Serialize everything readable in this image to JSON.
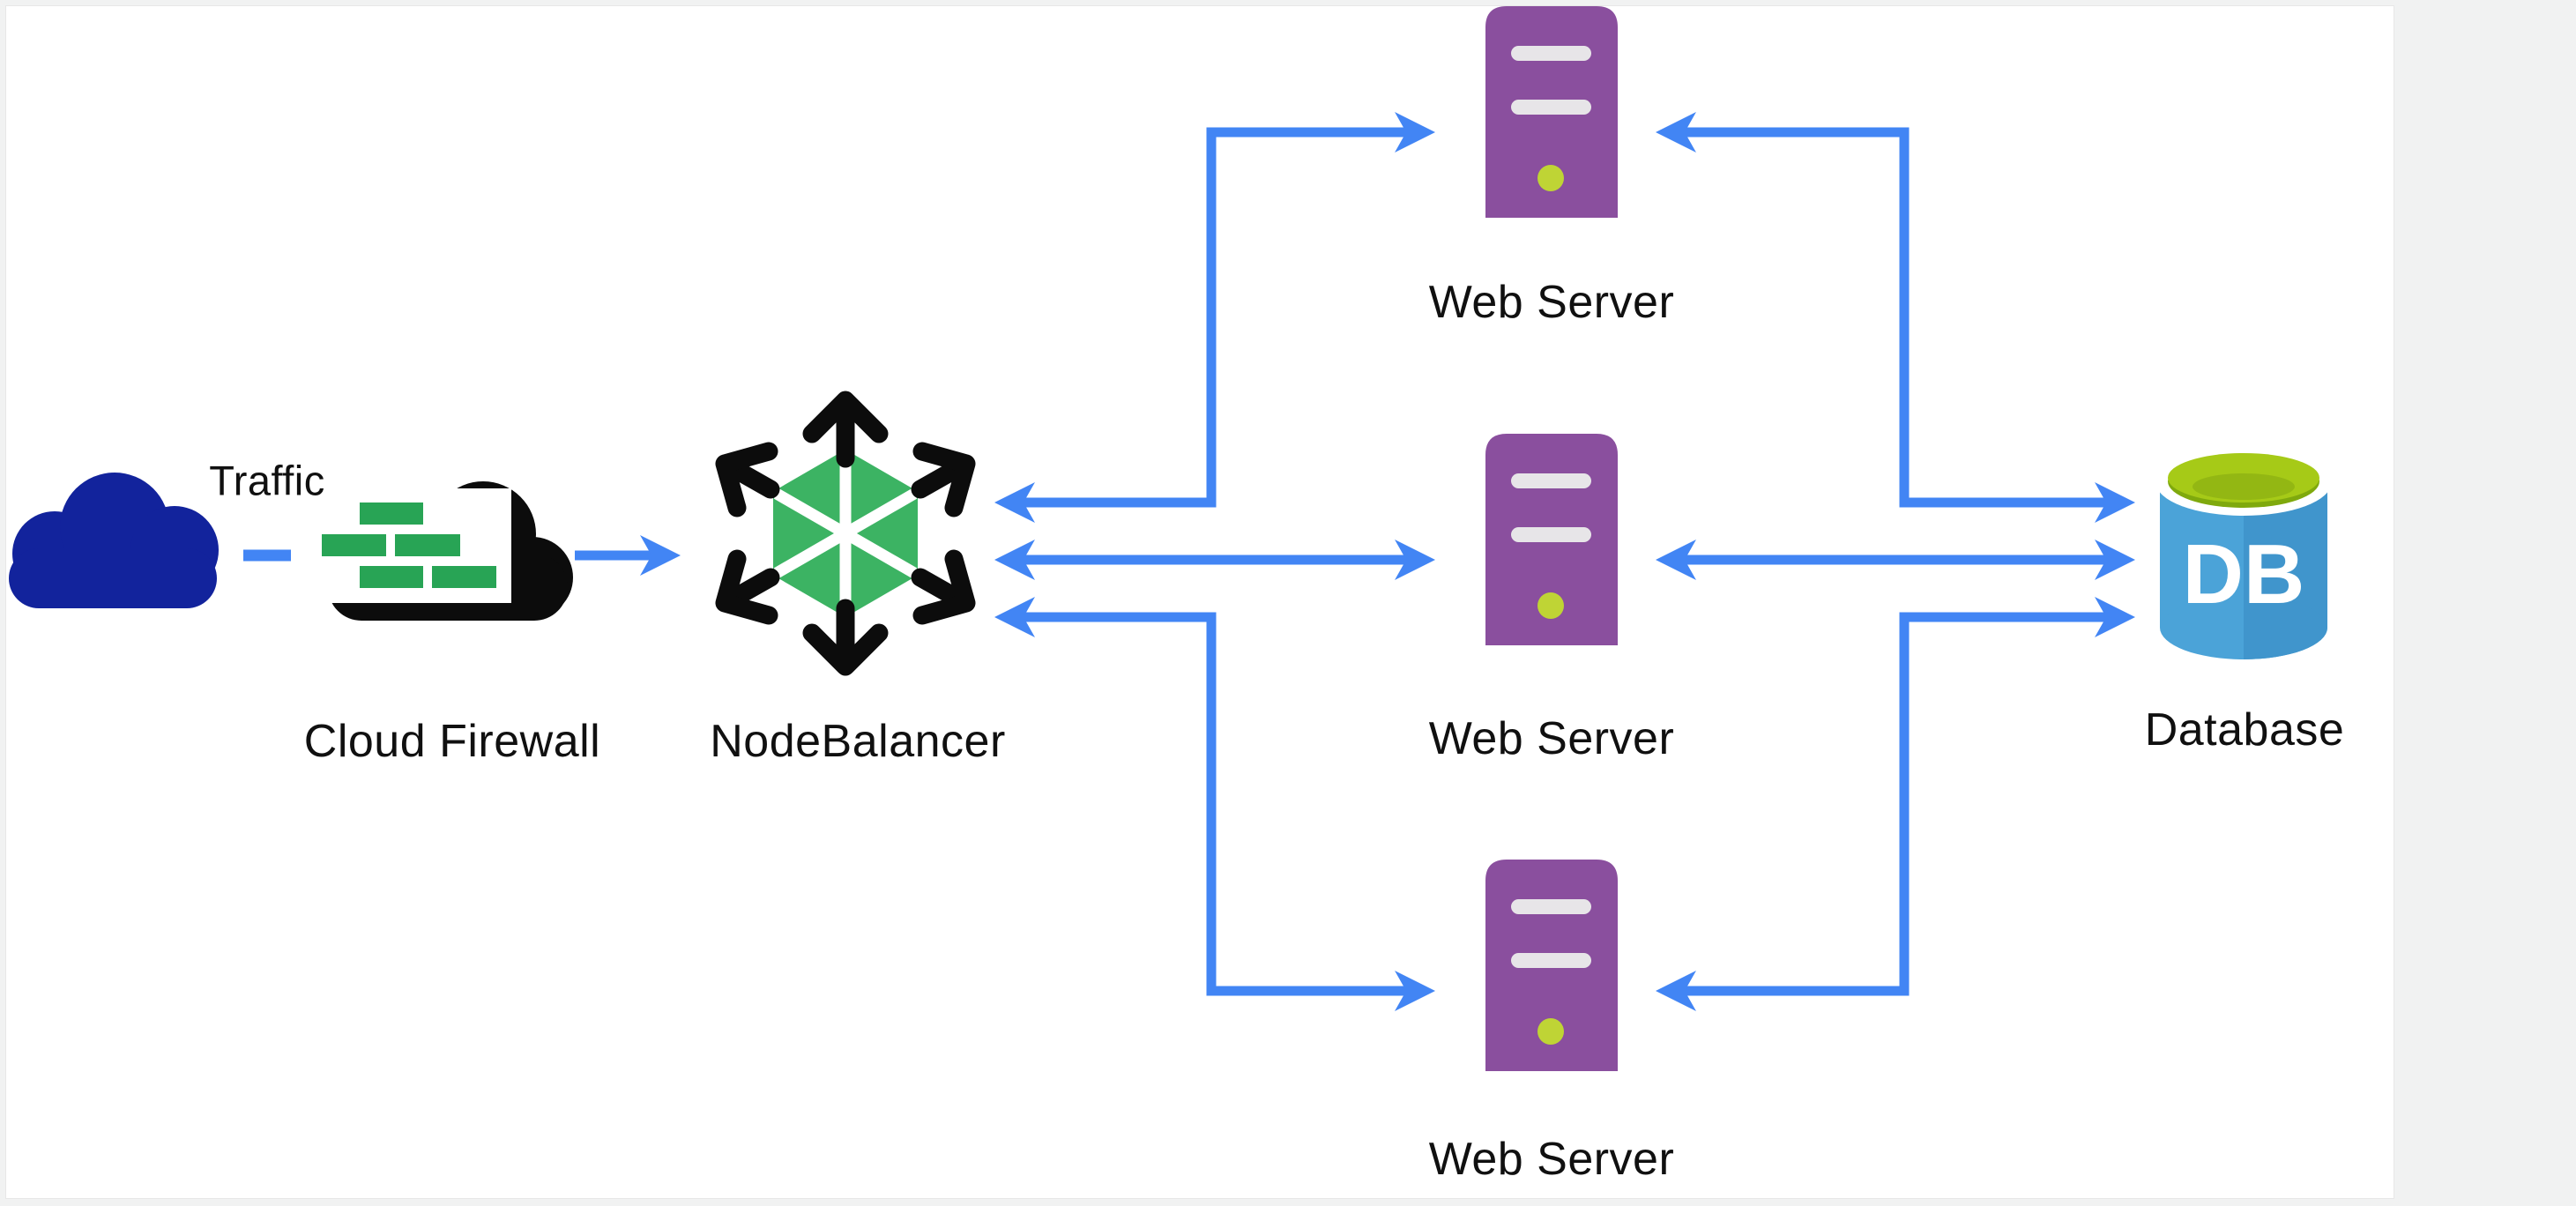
{
  "title": "Load balanced web application architecture diagram",
  "colors": {
    "page_gray": "#f1f2f2",
    "canvas_white": "#ffffff",
    "arrow_blue": "#4285f4",
    "traffic_navy": "#12239c",
    "firewall_black": "#0c0c0c",
    "brick_green": "#28a455",
    "hexagon_green": "#3cb363",
    "nodebalancer_black": "#0c0c0c",
    "server_purple": "#8a4f9e",
    "slot_gray": "#e7e5e8",
    "led_green": "#bfd435",
    "db_blue": "#4ba3d8",
    "db_blue_dark": "#4095cc",
    "db_lime": "#a6ca17",
    "db_lime_dark": "#7fa90d",
    "label_color": "#101010"
  },
  "diagram": {
    "nodes": [
      {
        "id": "traffic",
        "label": "Traffic",
        "icon": "cloud-icon"
      },
      {
        "id": "cloud-firewall",
        "label": "Cloud Firewall",
        "icon": "firewall-cloud-icon"
      },
      {
        "id": "nodebalancer",
        "label": "NodeBalancer",
        "icon": "nodebalancer-hexagon-icon"
      },
      {
        "id": "webserver-1",
        "label": "Web Server",
        "icon": "server-tower-icon"
      },
      {
        "id": "webserver-2",
        "label": "Web Server",
        "icon": "server-tower-icon"
      },
      {
        "id": "webserver-3",
        "label": "Web Server",
        "icon": "server-tower-icon"
      },
      {
        "id": "database",
        "label": "Database",
        "icon": "database-cylinder-icon",
        "icon_text": "DB"
      }
    ],
    "edges": [
      {
        "from": "traffic",
        "to": "cloud-firewall",
        "style": "dashed",
        "arrows": "none"
      },
      {
        "from": "cloud-firewall",
        "to": "nodebalancer",
        "style": "solid",
        "arrows": "forward"
      },
      {
        "from": "nodebalancer",
        "to": "webserver-1",
        "style": "solid",
        "arrows": "both"
      },
      {
        "from": "nodebalancer",
        "to": "webserver-2",
        "style": "solid",
        "arrows": "both"
      },
      {
        "from": "nodebalancer",
        "to": "webserver-3",
        "style": "solid",
        "arrows": "both"
      },
      {
        "from": "webserver-1",
        "to": "database",
        "style": "solid",
        "arrows": "both"
      },
      {
        "from": "webserver-2",
        "to": "database",
        "style": "solid",
        "arrows": "both"
      },
      {
        "from": "webserver-3",
        "to": "database",
        "style": "solid",
        "arrows": "both"
      }
    ]
  }
}
